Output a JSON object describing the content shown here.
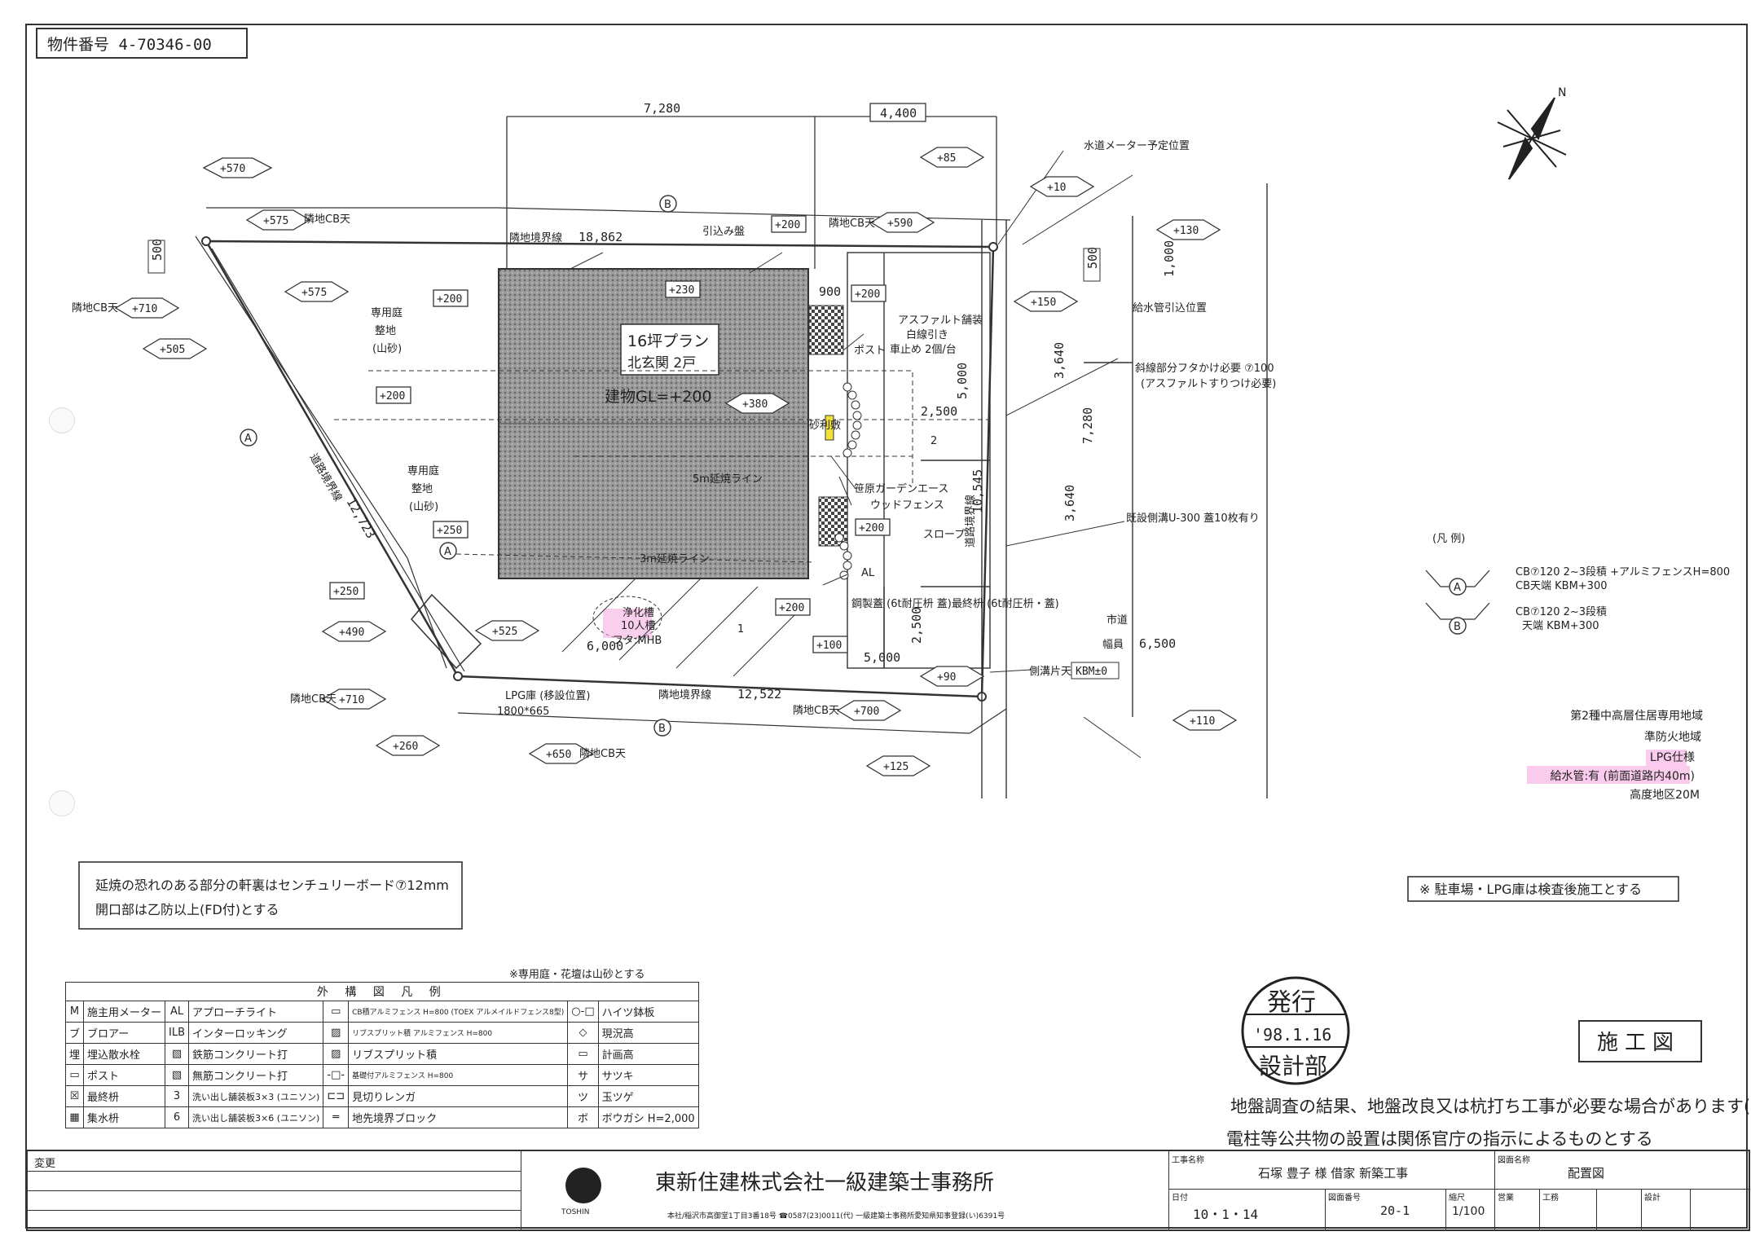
{
  "property_no": "物件番号 4-70346-00",
  "north": "N",
  "dims": {
    "top_left": "7,280",
    "top_right": "4,400",
    "top_boundary": "18,862",
    "bottom_boundary": "12,522",
    "left_boundary": "12,723",
    "v_3640_a": "3,640",
    "v_3640_b": "3,640",
    "v_7280": "7,280",
    "v_10545": "10,545",
    "v_5000": "5,000",
    "h_2500": "2,500",
    "h_900": "900",
    "h_5000": "5,000",
    "v_2500": "2,500",
    "h_6000": "6,000",
    "road_width": "6,500",
    "v_1000": "1,000",
    "p500_left": "500",
    "p500_right": "500"
  },
  "levels": {
    "p570": "+570",
    "p575a": "+575",
    "p575b": "+575",
    "p710a": "+710",
    "p505": "+505",
    "p200a": "+200",
    "p200b": "+200",
    "p250a": "+250",
    "p250b": "+250",
    "p490": "+490",
    "p525": "+525",
    "p710b": "+710",
    "p260": "+260",
    "p650": "+650",
    "p700": "+700",
    "p125": "+125",
    "p110": "+110",
    "p90": "+90",
    "p100": "+100",
    "p200c": "+200",
    "p200d": "+200",
    "p200e": "+200",
    "p230": "+230",
    "p380": "+380",
    "p590": "+590",
    "p85": "+85",
    "p10": "+10",
    "p130": "+130",
    "p150": "+150",
    "p200f": "+200"
  },
  "labels": {
    "adj_cb_1": "隣地CB天",
    "adj_cb_2": "隣地CB天",
    "adj_cb_3": "隣地CB天",
    "adj_cb_4": "隣地CB天",
    "adj_cb_5": "隣地CB天",
    "adj_cb_6": "隣地CB天",
    "adj_boundary_top": "隣地境界線",
    "adj_boundary_bottom": "隣地境界線",
    "road_boundary_left": "道路境界線",
    "road_boundary_right": "道路境界線",
    "garden1_a": "専用庭",
    "garden1_b": "整地",
    "garden1_c": "(山砂)",
    "garden2_a": "専用庭",
    "garden2_b": "整地",
    "garden2_c": "(山砂)",
    "plan_a": "16坪プラン",
    "plan_b": "北玄関 2戸",
    "building_gl": "建物GL=+200",
    "line_5m": "5m延焼ライン",
    "line_3m": "3m延焼ライン",
    "inlet": "引込み盤",
    "water_meter": "水道メーター予定位置",
    "water_pipe": "給水管引込位置",
    "asphalt_a": "アスファルト舗装",
    "asphalt_b": "白線引き",
    "asphalt_c": "車止め 2個/台",
    "post": "ポスト",
    "slope_cover_a": "斜線部分フタかけ必要 ⑦100",
    "slope_cover_b": "(アスファルトすりつけ必要)",
    "gravel": "砂利敷",
    "garden_ace": "笹原ガーデンエース",
    "wood_fence": "ウッドフェンス",
    "slope": "スロープ",
    "existing_ditch": "既設側溝U-300 蓋10枚有り",
    "al": "AL",
    "steel_box": "鋼製蓋 (6t耐圧枡 蓋)",
    "final_box": "最終枡 (6t耐圧枡・蓋)",
    "septic_a": "浄化槽",
    "septic_b": "10人槽",
    "septic_c": "フタ:MHB",
    "lpg_a": "LPG庫 (移設位置)",
    "lpg_b": "1800*665",
    "road": "市道",
    "road_width_label": "幅員",
    "ditch_top": "側溝片天端",
    "kbm": "KBM±0",
    "parking_1": "1",
    "parking_2": "2",
    "mark_a_1": "A",
    "mark_a_2": "A",
    "mark_b_1": "B",
    "mark_b_2": "B"
  },
  "legend_right": {
    "title": "(凡 例)",
    "a_mark": "A",
    "b_mark": "B",
    "a_line1": "CB⑦120 2~3段積 +アルミフェンスH=800",
    "a_line2": "CB天端 KBM+300",
    "b_line1": "CB⑦120 2~3段積",
    "b_line2": "天端 KBM+300"
  },
  "zoning": {
    "z1": "第2種中高層住居専用地域",
    "z2": "準防火地域",
    "z3": "LPG仕様",
    "z4": "給水管:有 (前面道路内40m)",
    "z5": "高度地区20M"
  },
  "notes": {
    "fire_1": "延焼の恐れのある部分の軒裏はセンチュリーボード⑦12mm",
    "fire_2": "開口部は乙防以上(FD付)とする",
    "parking_note": "※ 駐車場・LPG庫は検査後施工とする",
    "garden_note": "※専用庭・花壇は山砂とする",
    "ground": "地盤調査の結果、地盤改良又は杭打ち工事が必要な場合があります(別途)",
    "utility": "電柱等公共物の設置は関係官庁の指示によるものとする",
    "stamp_1": "発行",
    "stamp_2": "'98.1.16",
    "stamp_3": "設計部",
    "drawing_type": "施工図"
  },
  "ext_legend": {
    "title": "外 構 図 凡 例",
    "rows": [
      {
        "s1": "M",
        "l1": "施主用メーター",
        "s2": "AL",
        "l2": "アプローチライト",
        "l3": "CB積アルミフェンス H=800 (TOEX アルメイルドフェンス8型)",
        "l4": "ハイツ鉢板"
      },
      {
        "s1": "ブ",
        "l1": "ブロアー",
        "s2": "ILB",
        "l2": "インターロッキング",
        "l3": "リブスプリット積 アルミフェンス H=800",
        "l4": "現況高"
      },
      {
        "s1": "埋",
        "l1": "埋込散水栓",
        "s2": "",
        "l2": "鉄筋コンクリート打",
        "l3": "リブスプリット積",
        "l4": "計画高"
      },
      {
        "s1": "",
        "l1": "ポスト",
        "s2": "",
        "l2": "無筋コンクリート打",
        "l3": "基礎付アルミフェンス H=800",
        "l4": "サツキ"
      },
      {
        "s1": "",
        "l1": "最終枡",
        "s2": "3",
        "l2": "洗い出し舗装板3×3 (ユニソン)",
        "l3": "見切りレンガ",
        "l4": "玉ツゲ"
      },
      {
        "s1": "",
        "l1": "集水枡",
        "s2": "6",
        "l2": "洗い出し舗装板3×6 (ユニソン)",
        "l3": "地先境界ブロック",
        "l4": "ボウガシ H=2,000"
      }
    ],
    "row_syms4": [
      "",
      "",
      "",
      "サ",
      "ツ",
      "ボ"
    ]
  },
  "titleblock": {
    "change": "変更",
    "company": "東新住建株式会社一級建築士事務所",
    "logo": "TOSHIN",
    "address": "本社/稲沢市高御堂1丁目3番18号 ☎0587(23)0011(代) 一級建築士事務所愛知県知事登録(い)6391号",
    "work_label": "工事名称",
    "work_name": "石塚 豊子 様 借家 新築工事",
    "drawing_label": "図面名称",
    "drawing_name": "配置図",
    "date_label": "日付",
    "date": "10・1・14",
    "no_label": "図面番号",
    "no": "20-1",
    "scale_label": "縮尺",
    "scale": "1/100",
    "sales": "営業",
    "construction": "工務",
    "design": "設計"
  }
}
